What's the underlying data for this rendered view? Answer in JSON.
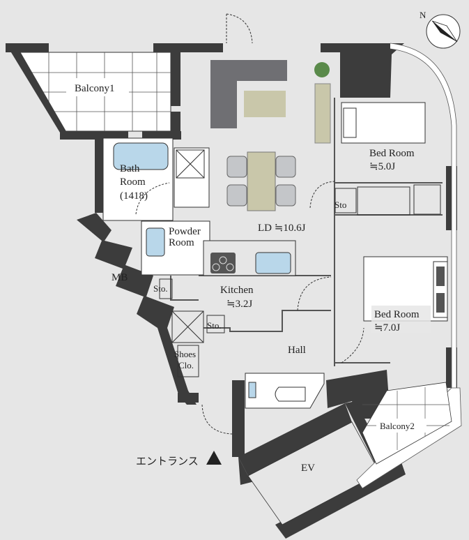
{
  "compass": {
    "label": "N",
    "icon": "north-arrow-icon"
  },
  "rooms": {
    "balcony1": "Balcony1",
    "bath_line1": "Bath",
    "bath_line2": "Room",
    "bath_line3": "(1418)",
    "powder_line1": "Powder",
    "powder_line2": "Room",
    "ld": "LD ≒10.6J",
    "kitchen_line1": "Kitchen",
    "kitchen_line2": "≒3.2J",
    "sto_kitchen": "Sto.",
    "sto_entry": "Sto.",
    "sto_bedroom": "Sto",
    "mb": "MB",
    "shoes_line1": "Shoes",
    "shoes_line2": "Clo.",
    "hall": "Hall",
    "bedroom1_line1": "Bed Room",
    "bedroom1_line2": "≒5.0J",
    "bedroom2_line1": "Bed Room",
    "bedroom2_line2": "≒7.0J",
    "balcony2": "Balcony2",
    "ev": "EV"
  },
  "entrance": {
    "label": "エントランス",
    "icon": "triangle-up-icon"
  },
  "colors": {
    "wall": "#3c3c3c",
    "floor": "#e6e6e6",
    "wet_room": "#ffffff",
    "fixture_blue": "#b9d7ea",
    "sofa": "#6f6f73",
    "table": "#c9c7aa",
    "chair": "#c4c6c9"
  }
}
